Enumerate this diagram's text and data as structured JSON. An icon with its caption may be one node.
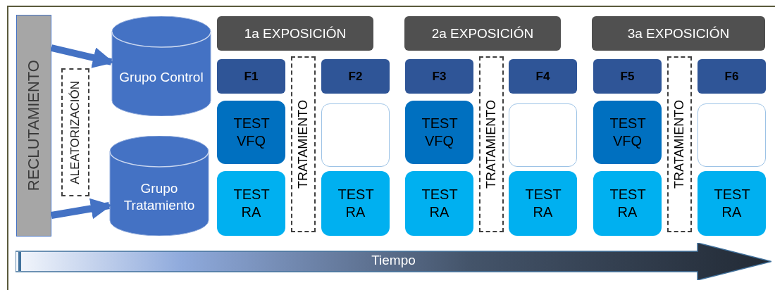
{
  "diagram": {
    "nodes": [
      {
        "text": [
          "RECLUTAMIENTO"
        ]
      },
      {
        "text": [
          "ALEATORIZACIÓN"
        ]
      },
      {
        "text": [
          "Grupo Control"
        ]
      },
      {
        "text": [
          "Grupo Tratamiento"
        ]
      },
      {
        "text": [
          "1a EXPOSICIÓN"
        ]
      },
      {
        "text": [
          "F1"
        ]
      },
      {
        "text": [
          "TEST VFQ"
        ]
      },
      {
        "text": [
          "TEST RA"
        ]
      },
      {
        "text": [
          "TRATAMIENTO"
        ]
      },
      {
        "text": [
          "F2"
        ]
      },
      {
        "text": [],
        "shape": "box"
      },
      {
        "text": [
          "TEST RA"
        ]
      },
      {
        "text": [
          "2a EXPOSICIÓN"
        ]
      },
      {
        "text": [
          "F3"
        ]
      },
      {
        "text": [
          "TEST VFQ"
        ]
      },
      {
        "text": [
          "TEST RA"
        ]
      },
      {
        "text": [
          "TRATAMIENTO"
        ]
      },
      {
        "text": [
          "F4"
        ]
      },
      {
        "text": [],
        "shape": "box"
      },
      {
        "text": [
          "TEST RA"
        ]
      },
      {
        "text": [
          "3a EXPOSICIÓN"
        ]
      },
      {
        "text": [
          "F5"
        ]
      },
      {
        "text": [
          "TEST VFQ"
        ]
      },
      {
        "text": [
          "TEST RA"
        ]
      },
      {
        "text": [
          "TRATAMIENTO"
        ]
      },
      {
        "text": [
          "F6"
        ]
      },
      {
        "text": [],
        "shape": "box"
      },
      {
        "text": [
          "TEST RA"
        ]
      },
      {
        "text": [
          "Tiempo"
        ]
      }
    ],
    "edges": [
      {
        "from": 0,
        "to": 2,
        "arrow": "to"
      },
      {
        "from": 0,
        "to": 3,
        "arrow": "to"
      }
    ]
  }
}
